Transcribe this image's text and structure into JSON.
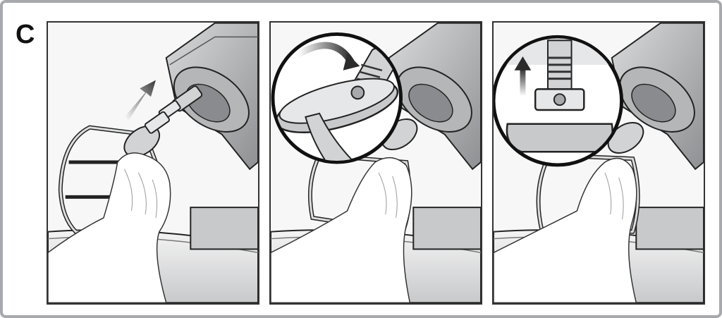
{
  "step": {
    "label": "C"
  },
  "panels": [
    {
      "id": "attach-beater",
      "arrow": "arrow-up-right",
      "detail": null
    },
    {
      "id": "rotate-beater",
      "arrow": "curved-arrow",
      "detail": "magnifier-rotate"
    },
    {
      "id": "push-up-beater",
      "arrow": "arrow-up",
      "detail": "magnifier-lift"
    }
  ],
  "colors": {
    "frame": "#a7a9ac",
    "outline": "#222222",
    "metal_dark": "#6d6e71",
    "metal_mid": "#a7a9ac",
    "metal_light": "#d1d3d4"
  }
}
